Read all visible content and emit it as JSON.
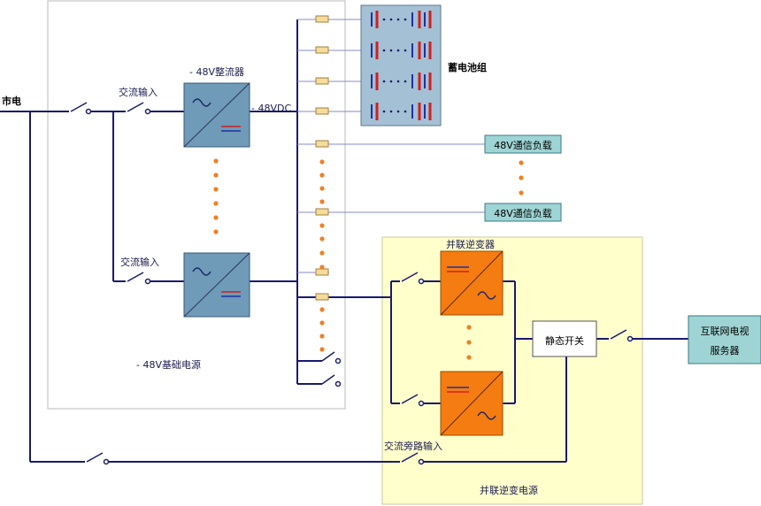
{
  "labels": {
    "mains": "市电",
    "ac_input_1": "交流输入",
    "ac_input_2": "交流输入",
    "rectifier": "- 48V整流器",
    "dc_bus": "- 48VDC",
    "battery_bank": "蓄电池组",
    "load_1": "48V通信负载",
    "load_2": "48V通信负载",
    "base_power": "- 48V基础电源",
    "inverter": "并联逆变器",
    "static_switch": "静态开关",
    "server_line1": "互联网电视",
    "server_line2": "服务器",
    "bypass_input": "交流旁路输入",
    "inverter_power": "并联逆变电源"
  },
  "colors": {
    "wire": "#1a1a6e",
    "thin_wire": "#8888c8",
    "module_fill": "#6f9ab8",
    "inverter_fill": "#f57c10",
    "battery_fill": "#a4c0d4",
    "load_fill": "#9fd4d4",
    "inverter_area": "#ffffcc",
    "dot": "#f08020",
    "fuse": "#f6dc9a"
  }
}
